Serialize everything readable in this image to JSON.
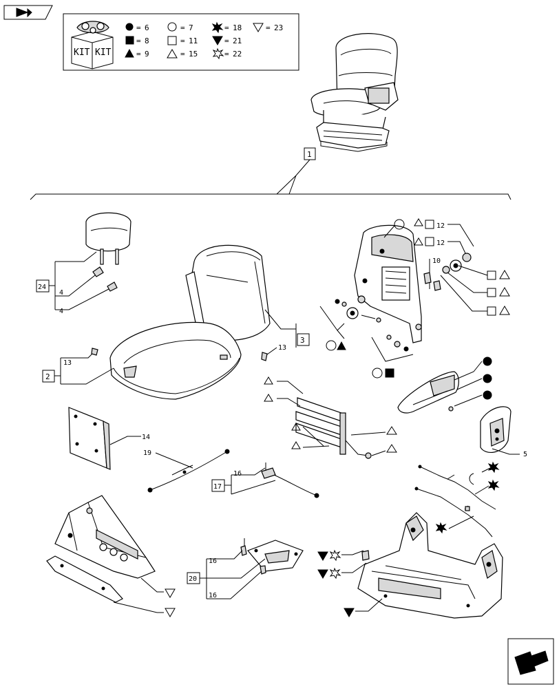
{
  "nav": {
    "prev_icon": "book-arrow-left-icon",
    "next_icon": "arrow-next-page-icon"
  },
  "legend": {
    "kit_labels": [
      "KIT",
      "KIT"
    ],
    "items": [
      {
        "symbol": "filled-circle",
        "value": "6"
      },
      {
        "symbol": "hollow-circle",
        "value": "7"
      },
      {
        "symbol": "filled-star",
        "value": "18"
      },
      {
        "symbol": "hollow-down-triangle",
        "value": "23"
      },
      {
        "symbol": "filled-square",
        "value": "8"
      },
      {
        "symbol": "hollow-square",
        "value": "11"
      },
      {
        "symbol": "filled-down-triangle",
        "value": "21"
      },
      {
        "symbol": "filled-up-triangle",
        "value": "9"
      },
      {
        "symbol": "hollow-up-triangle",
        "value": "15"
      },
      {
        "symbol": "hollow-star",
        "value": "22"
      }
    ]
  },
  "callouts": {
    "c1": "1",
    "c24": "24",
    "c4a": "4",
    "c4b": "4",
    "c2": "2",
    "c13a": "13",
    "c13b": "13",
    "c3": "3",
    "c12a": "12",
    "c12b": "12",
    "c10": "10",
    "c14": "14",
    "c19": "19",
    "c16a": "16",
    "c17": "17",
    "c5": "5",
    "c16b": "16",
    "c20": "20",
    "c16c": "16"
  }
}
